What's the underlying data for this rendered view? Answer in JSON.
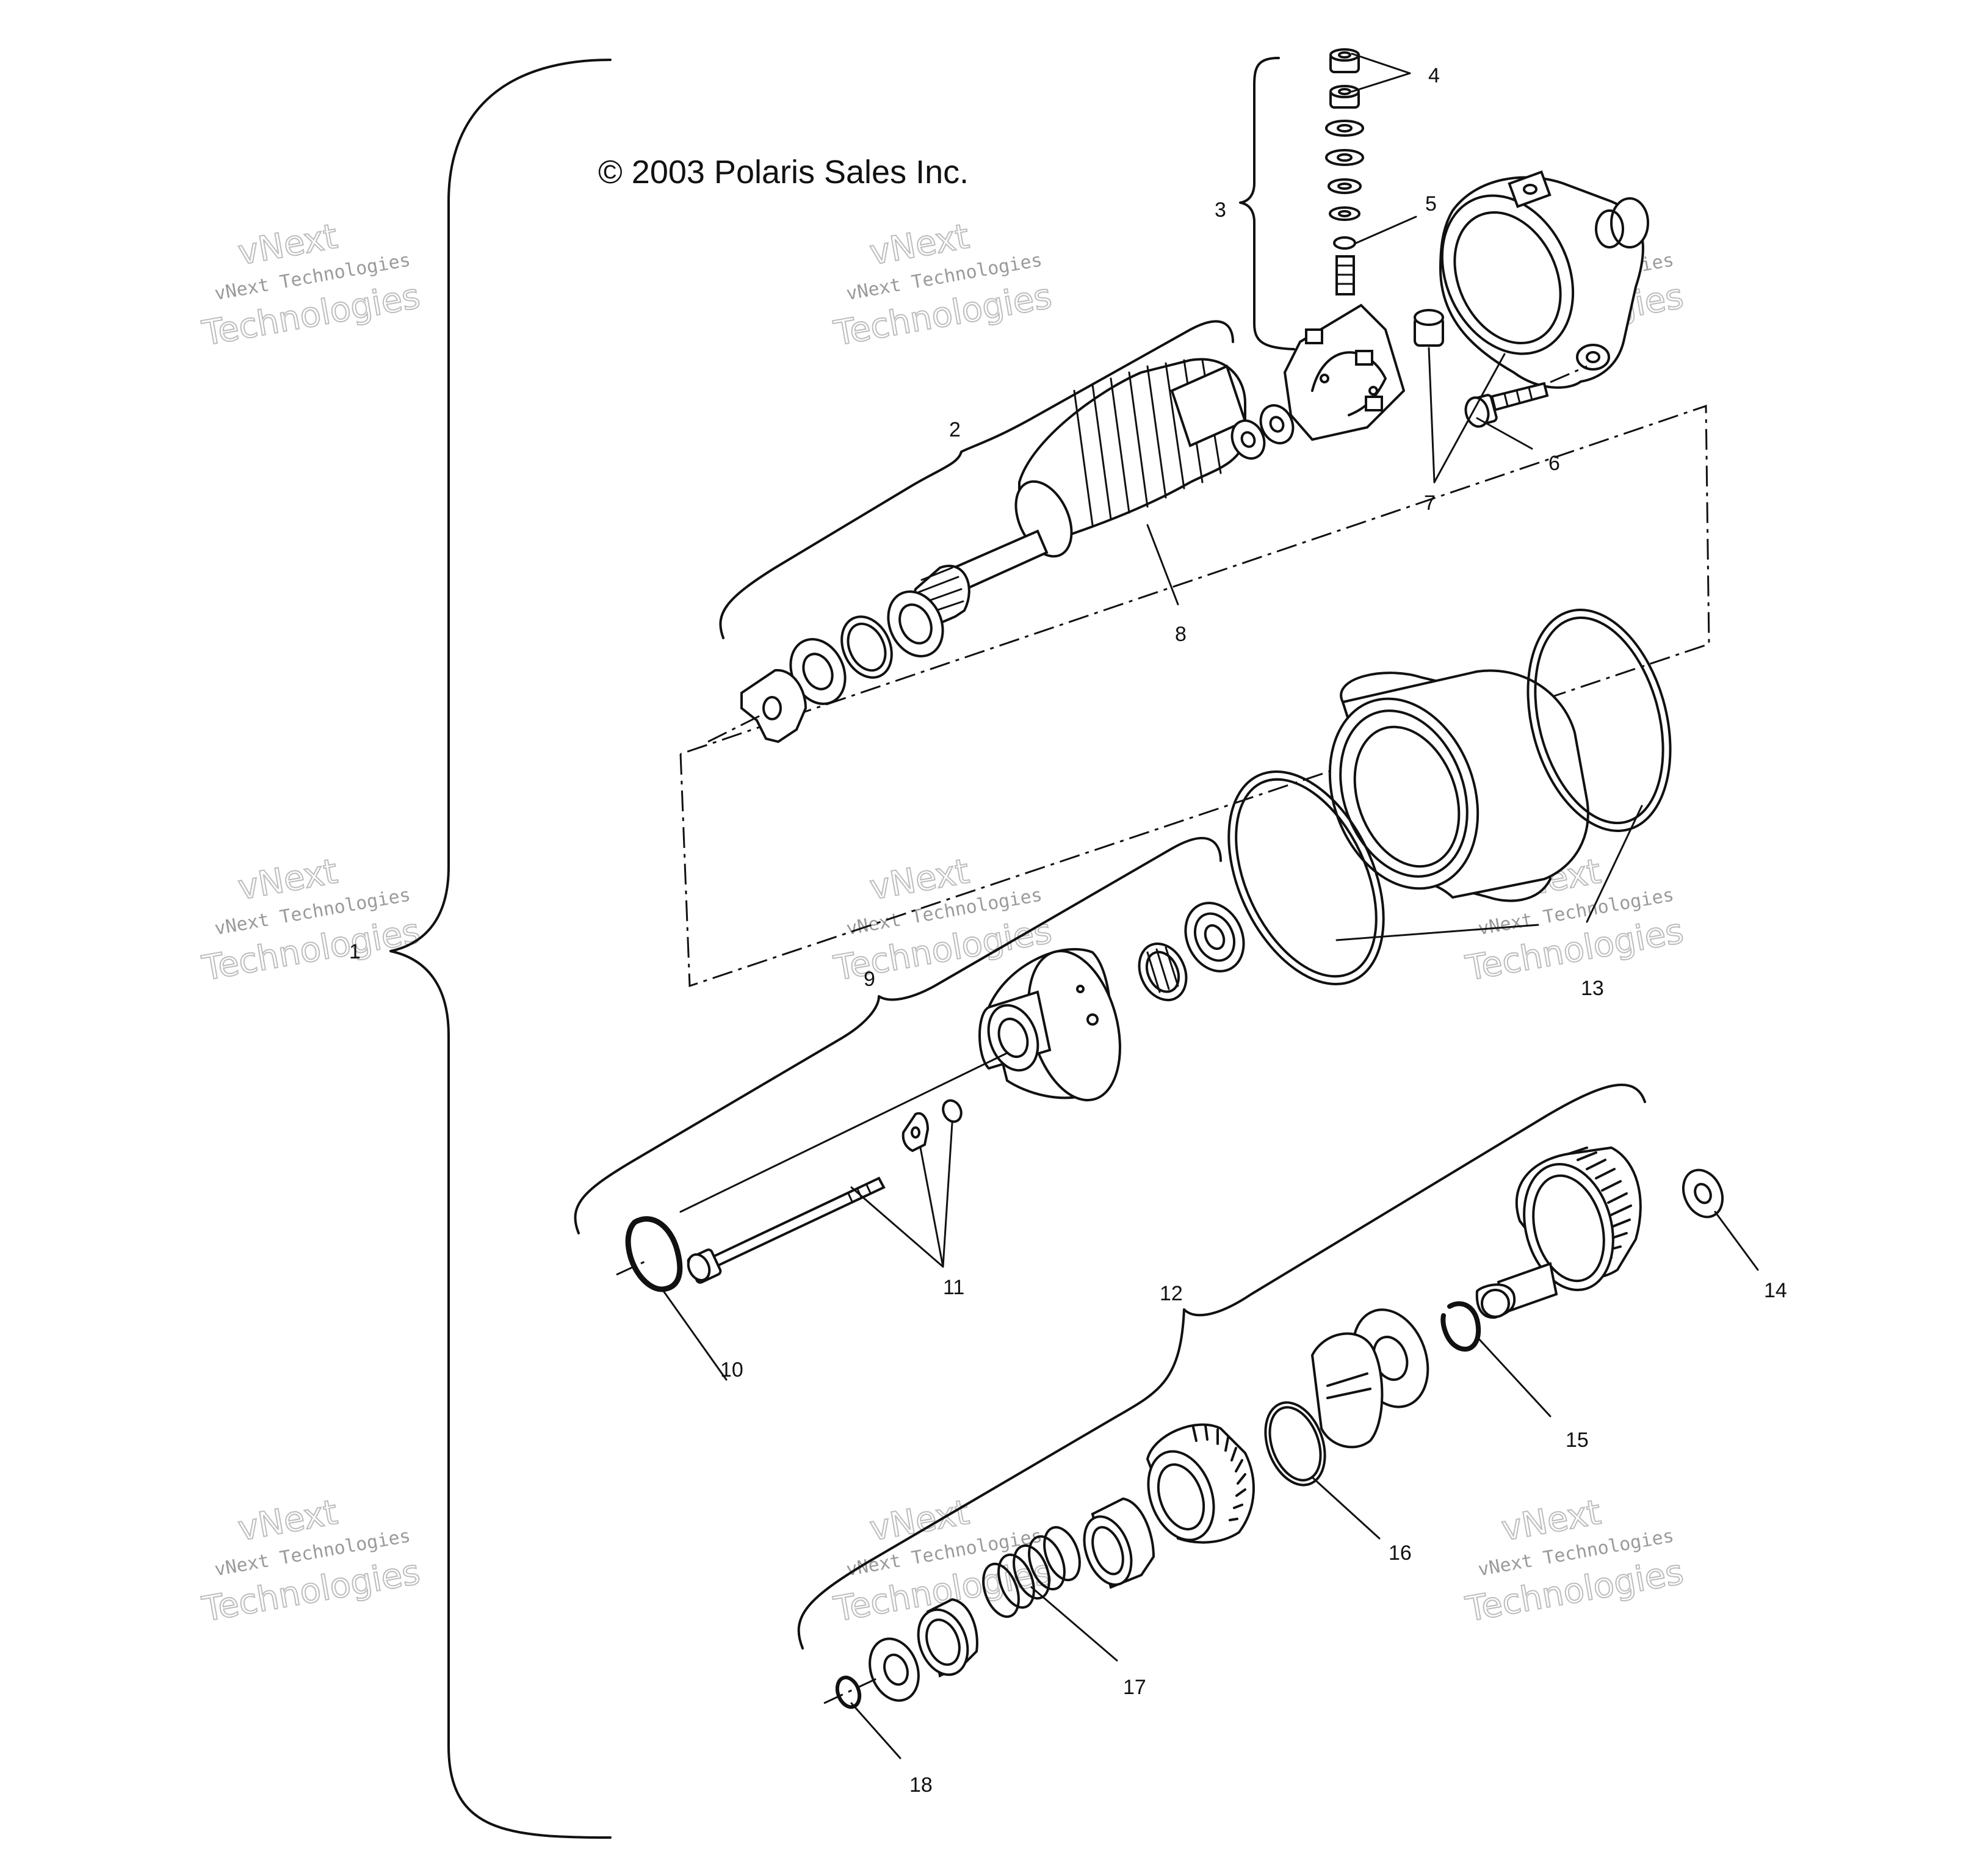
{
  "copyright": "© 2003 Polaris Sales Inc.",
  "watermark": {
    "line1": "vNext",
    "line2": "vNext Technologies",
    "line3": "Technologies"
  },
  "callouts": [
    "1",
    "2",
    "3",
    "4",
    "5",
    "6",
    "7",
    "8",
    "9",
    "10",
    "11",
    "12",
    "13",
    "14",
    "15",
    "16",
    "17",
    "18"
  ]
}
